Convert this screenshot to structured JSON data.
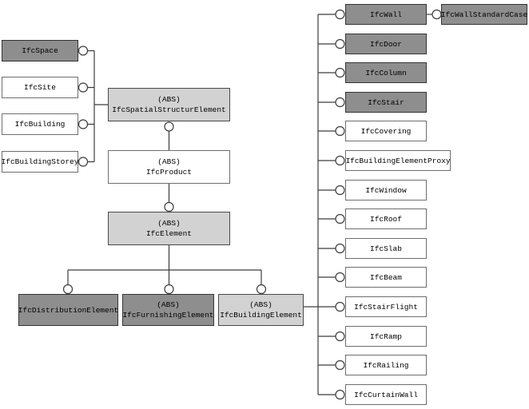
{
  "diagram_type": "class-hierarchy",
  "colors": {
    "dark_node_fill": "#8e8e8e",
    "light_node_fill": "#d2d2d2",
    "white_node_fill": "#ffffff",
    "line": "#3c3c3c",
    "text": "#000000",
    "background": "#ffffff"
  },
  "abs_marker": "(ABS)",
  "nodes": {
    "ifcSpace": {
      "label": "IfcSpace"
    },
    "ifcSite": {
      "label": "IfcSite"
    },
    "ifcBuilding": {
      "label": "IfcBuilding"
    },
    "ifcBuildingStorey": {
      "label": "IfcBuildingStorey"
    },
    "ifcSpatialStructurElement": {
      "abs": "(ABS)",
      "label": "IfcSpatialStructurElement"
    },
    "ifcProduct": {
      "abs": "(ABS)",
      "label": "IfcProduct"
    },
    "ifcElement": {
      "abs": "(ABS)",
      "label": "IfcElement"
    },
    "ifcDistributionElement": {
      "label": "IfcDistributionElement"
    },
    "ifcFurnishingElement": {
      "abs": "(ABS)",
      "label": "IfcFurnishingElement"
    },
    "ifcBuildingElement": {
      "abs": "(ABS)",
      "label": "IfcBuildingElement"
    },
    "ifcWall": {
      "label": "IfcWall"
    },
    "ifcWallStandardCase": {
      "label": "IfcWallStandardCase"
    },
    "ifcDoor": {
      "label": "IfcDoor"
    },
    "ifcColumn": {
      "label": "IfcColumn"
    },
    "ifcStair": {
      "label": "IfcStair"
    },
    "ifcCovering": {
      "label": "IfcCovering"
    },
    "ifcBuildingElementProxy": {
      "label": "IfcBuildingElementProxy"
    },
    "ifcWindow": {
      "label": "IfcWindow"
    },
    "ifcRoof": {
      "label": "IfcRoof"
    },
    "ifcSlab": {
      "label": "IfcSlab"
    },
    "ifcBeam": {
      "label": "IfcBeam"
    },
    "ifcStairFlight": {
      "label": "IfcStairFlight"
    },
    "ifcRamp": {
      "label": "IfcRamp"
    },
    "ifcRailing": {
      "label": "IfcRailing"
    },
    "ifcCurtainWall": {
      "label": "IfcCurtainWall"
    }
  }
}
